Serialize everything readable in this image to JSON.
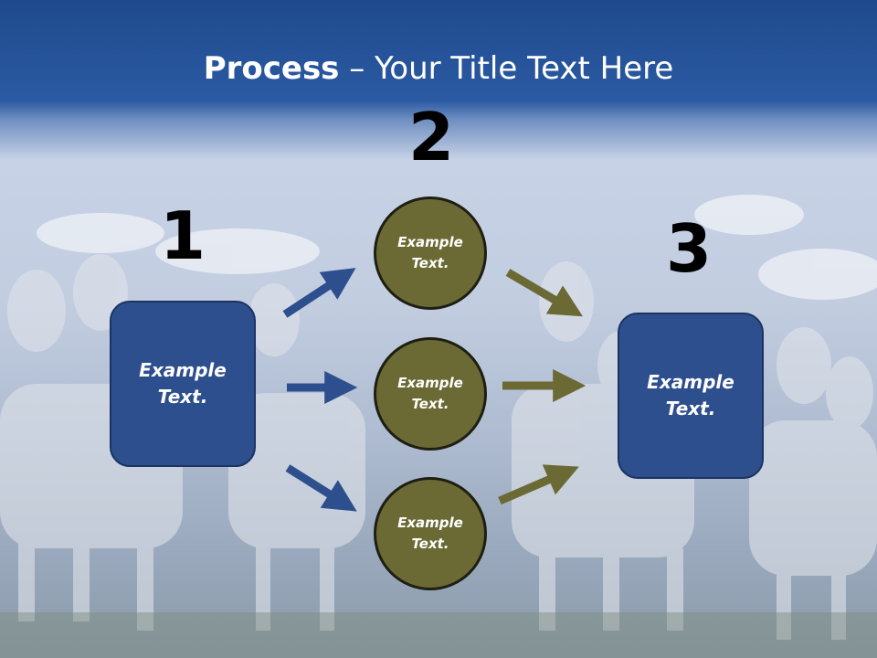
{
  "slide": {
    "title_bold": "Process",
    "title_rest": " – Your Title Text Here"
  },
  "steps": {
    "step1_number": "1",
    "step2_number": "2",
    "step3_number": "3"
  },
  "boxes": {
    "left_text": "Example Text.",
    "right_text": "Example Text."
  },
  "circles": [
    {
      "text": "Example Text."
    },
    {
      "text": "Example Text."
    },
    {
      "text": "Example Text."
    }
  ],
  "colors": {
    "sky_top": "#1f4a8c",
    "box_fill": "#2e4f8e",
    "circle_fill": "#6b6a35",
    "blue_arrow": "#2e4f8e",
    "olive_arrow": "#6b6a35"
  },
  "background": {
    "subject": "faded photo of a herd of white goats against a cloudy blue sky"
  }
}
